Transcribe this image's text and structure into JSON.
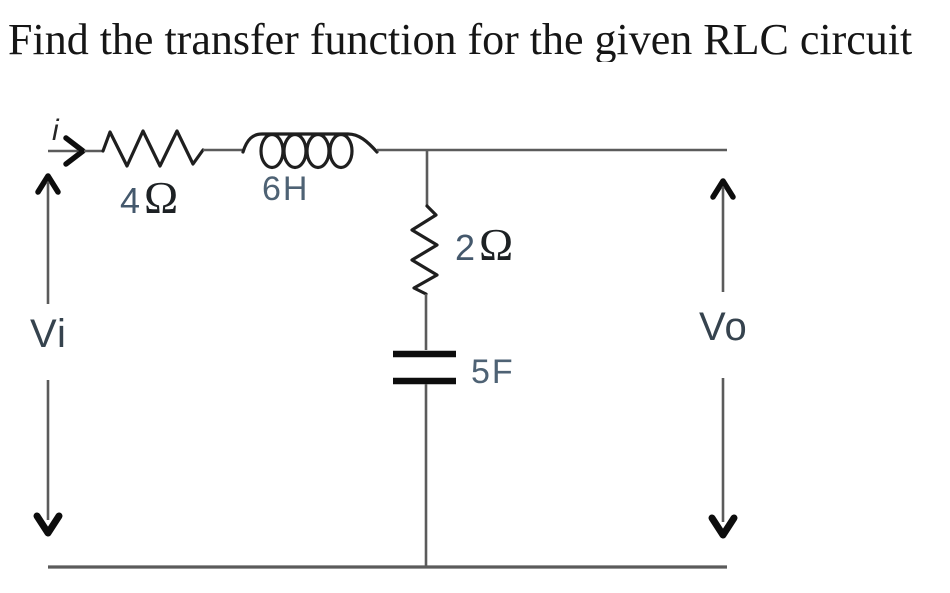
{
  "title": {
    "text": "Find the transfer function for the given RLC circuit"
  },
  "circuit": {
    "current_label": "i",
    "input_label": "Vi",
    "output_label": "Vo",
    "components": {
      "series_resistor": {
        "value": "4",
        "unit": "Ω"
      },
      "series_inductor": {
        "value": "6",
        "unit": "H"
      },
      "shunt_resistor": {
        "value": "2",
        "unit": "Ω"
      },
      "shunt_capacitor": {
        "value": "5",
        "unit": "F"
      }
    }
  },
  "colors": {
    "background": "#ffffff",
    "title_text": "#161616",
    "wire": "#5b5b5b",
    "symbol": "#1f1f1f",
    "arrow": "#0d0d0d",
    "value_text": "#44586c",
    "unit_text": "#1d2124",
    "component_label_text": "#4e6274",
    "voltage_label_text": "#36434e"
  }
}
